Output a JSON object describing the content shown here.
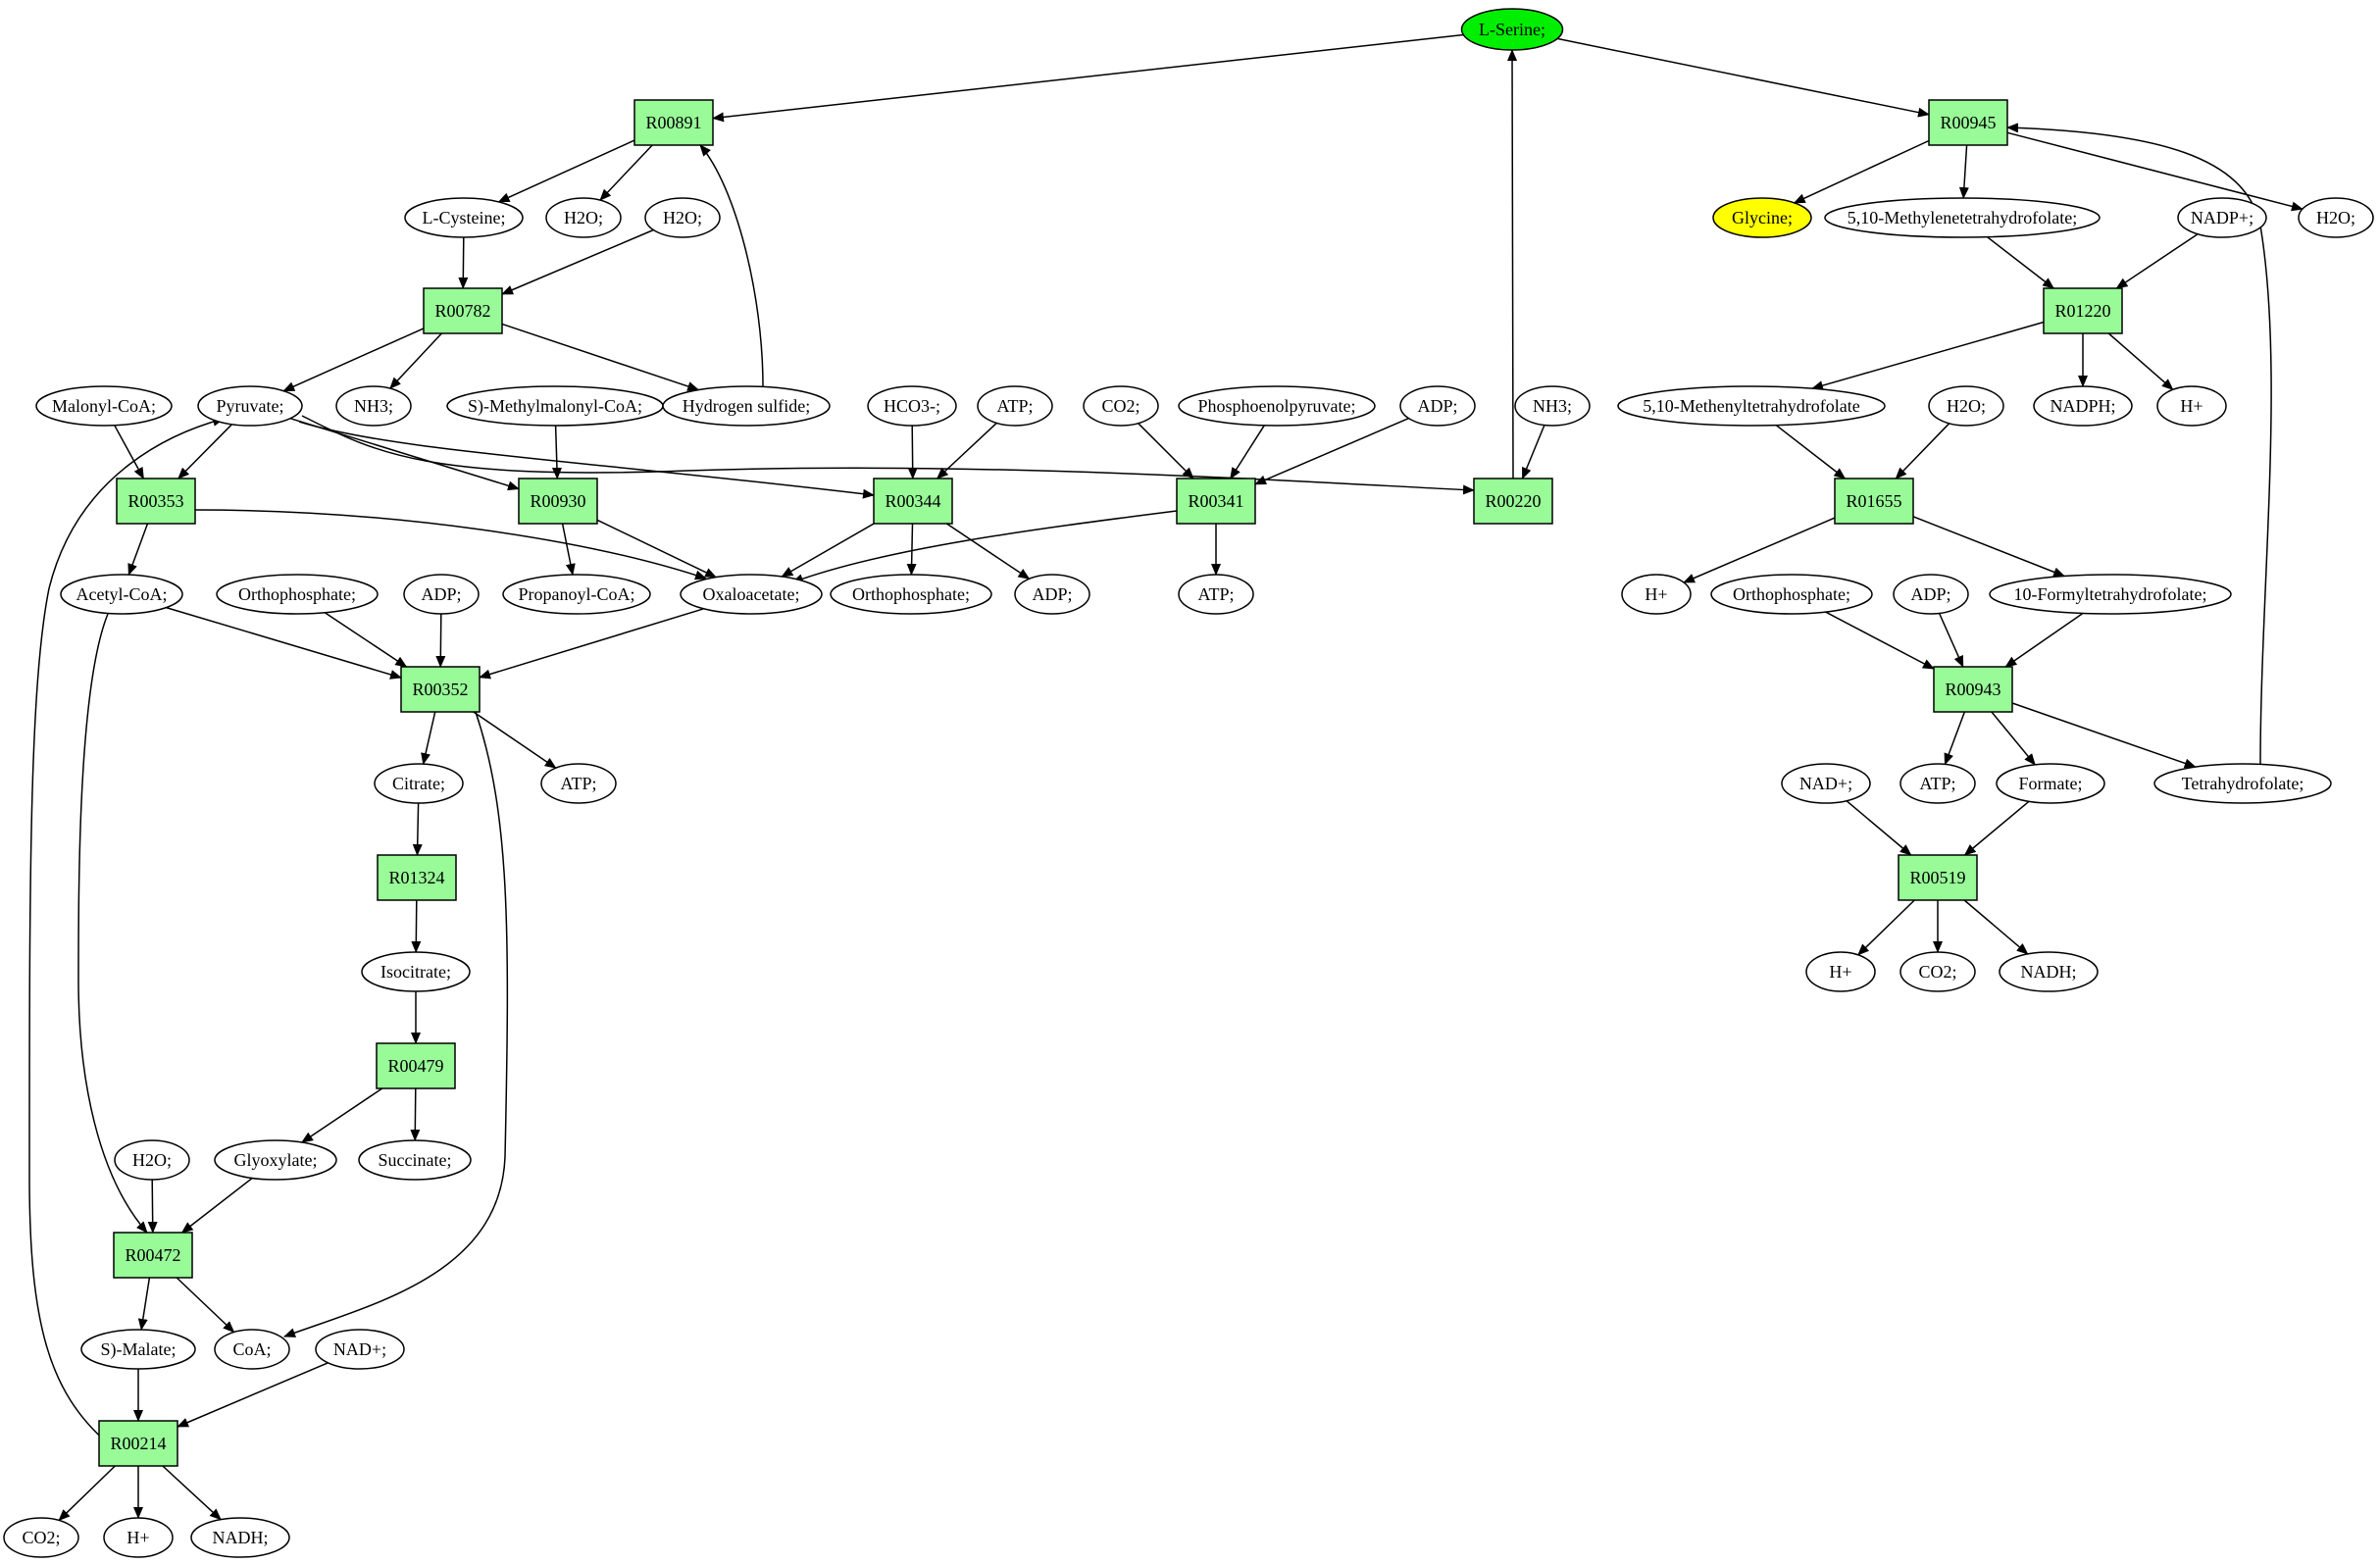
{
  "colors": {
    "reaction_fill": "#98fb98",
    "compound_fill": "#ffffff",
    "source_fill": "#00ee00",
    "target_fill": "#ffff00",
    "stroke": "#000000"
  },
  "nodes": [
    {
      "id": "l-serine",
      "label": "L-Serine;",
      "kind": "compound",
      "highlight": "source"
    },
    {
      "id": "r00891",
      "label": "R00891",
      "kind": "reaction"
    },
    {
      "id": "r00945",
      "label": "R00945",
      "kind": "reaction"
    },
    {
      "id": "l-cysteine",
      "label": "L-Cysteine;",
      "kind": "compound"
    },
    {
      "id": "h2o-a",
      "label": "H2O;",
      "kind": "compound"
    },
    {
      "id": "h2o-b",
      "label": "H2O;",
      "kind": "compound"
    },
    {
      "id": "glycine",
      "label": "Glycine;",
      "kind": "compound",
      "highlight": "target"
    },
    {
      "id": "methylene-thf",
      "label": "5,10-Methylenetetrahydrofolate;",
      "kind": "compound"
    },
    {
      "id": "nadp",
      "label": "NADP+;",
      "kind": "compound"
    },
    {
      "id": "h2o-c",
      "label": "H2O;",
      "kind": "compound"
    },
    {
      "id": "r00782",
      "label": "R00782",
      "kind": "reaction"
    },
    {
      "id": "r01220",
      "label": "R01220",
      "kind": "reaction"
    },
    {
      "id": "malonyl-coa",
      "label": "Malonyl-CoA;",
      "kind": "compound"
    },
    {
      "id": "pyruvate",
      "label": "Pyruvate;",
      "kind": "compound"
    },
    {
      "id": "nh3-a",
      "label": "NH3;",
      "kind": "compound"
    },
    {
      "id": "methylmalonyl-coa",
      "label": "S)-Methylmalonyl-CoA;",
      "kind": "compound"
    },
    {
      "id": "hydrogen-sulfide",
      "label": "Hydrogen sulfide;",
      "kind": "compound"
    },
    {
      "id": "hco3",
      "label": "HCO3-;",
      "kind": "compound"
    },
    {
      "id": "atp-a",
      "label": "ATP;",
      "kind": "compound"
    },
    {
      "id": "co2-a",
      "label": "CO2;",
      "kind": "compound"
    },
    {
      "id": "pep",
      "label": "Phosphoenolpyruvate;",
      "kind": "compound"
    },
    {
      "id": "adp-a",
      "label": "ADP;",
      "kind": "compound"
    },
    {
      "id": "nh3-b",
      "label": "NH3;",
      "kind": "compound"
    },
    {
      "id": "methenyl-thf",
      "label": "5,10-Methenyltetrahydrofolate",
      "kind": "compound"
    },
    {
      "id": "h2o-d",
      "label": "H2O;",
      "kind": "compound"
    },
    {
      "id": "nadph",
      "label": "NADPH;",
      "kind": "compound"
    },
    {
      "id": "h-a",
      "label": "H+",
      "kind": "compound"
    },
    {
      "id": "r00353",
      "label": "R00353",
      "kind": "reaction"
    },
    {
      "id": "r00930",
      "label": "R00930",
      "kind": "reaction"
    },
    {
      "id": "r00344",
      "label": "R00344",
      "kind": "reaction"
    },
    {
      "id": "r00341",
      "label": "R00341",
      "kind": "reaction"
    },
    {
      "id": "r00220",
      "label": "R00220",
      "kind": "reaction"
    },
    {
      "id": "r01655",
      "label": "R01655",
      "kind": "reaction"
    },
    {
      "id": "acetyl-coa",
      "label": "Acetyl-CoA;",
      "kind": "compound"
    },
    {
      "id": "orthophosphate-a",
      "label": "Orthophosphate;",
      "kind": "compound"
    },
    {
      "id": "adp-b",
      "label": "ADP;",
      "kind": "compound"
    },
    {
      "id": "propanoyl-coa",
      "label": "Propanoyl-CoA;",
      "kind": "compound"
    },
    {
      "id": "oxaloacetate",
      "label": "Oxaloacetate;",
      "kind": "compound"
    },
    {
      "id": "orthophosphate-b",
      "label": "Orthophosphate;",
      "kind": "compound"
    },
    {
      "id": "adp-c",
      "label": "ADP;",
      "kind": "compound"
    },
    {
      "id": "atp-b",
      "label": "ATP;",
      "kind": "compound"
    },
    {
      "id": "h-b",
      "label": "H+",
      "kind": "compound"
    },
    {
      "id": "orthophosphate-c",
      "label": "Orthophosphate;",
      "kind": "compound"
    },
    {
      "id": "adp-d",
      "label": "ADP;",
      "kind": "compound"
    },
    {
      "id": "formyl-thf",
      "label": "10-Formyltetrahydrofolate;",
      "kind": "compound"
    },
    {
      "id": "r00352",
      "label": "R00352",
      "kind": "reaction"
    },
    {
      "id": "r00943",
      "label": "R00943",
      "kind": "reaction"
    },
    {
      "id": "citrate",
      "label": "Citrate;",
      "kind": "compound"
    },
    {
      "id": "atp-c",
      "label": "ATP;",
      "kind": "compound"
    },
    {
      "id": "nad-a",
      "label": "NAD+;",
      "kind": "compound"
    },
    {
      "id": "atp-d",
      "label": "ATP;",
      "kind": "compound"
    },
    {
      "id": "formate",
      "label": "Formate;",
      "kind": "compound"
    },
    {
      "id": "thf",
      "label": "Tetrahydrofolate;",
      "kind": "compound"
    },
    {
      "id": "r01324",
      "label": "R01324",
      "kind": "reaction"
    },
    {
      "id": "r00519",
      "label": "R00519",
      "kind": "reaction"
    },
    {
      "id": "isocitrate",
      "label": "Isocitrate;",
      "kind": "compound"
    },
    {
      "id": "h-c",
      "label": "H+",
      "kind": "compound"
    },
    {
      "id": "co2-b",
      "label": "CO2;",
      "kind": "compound"
    },
    {
      "id": "nadh-a",
      "label": "NADH;",
      "kind": "compound"
    },
    {
      "id": "r00479",
      "label": "R00479",
      "kind": "reaction"
    },
    {
      "id": "h2o-e",
      "label": "H2O;",
      "kind": "compound"
    },
    {
      "id": "glyoxylate",
      "label": "Glyoxylate;",
      "kind": "compound"
    },
    {
      "id": "succinate",
      "label": "Succinate;",
      "kind": "compound"
    },
    {
      "id": "r00472",
      "label": "R00472",
      "kind": "reaction"
    },
    {
      "id": "malate",
      "label": "S)-Malate;",
      "kind": "compound"
    },
    {
      "id": "coa",
      "label": "CoA;",
      "kind": "compound"
    },
    {
      "id": "nad-b",
      "label": "NAD+;",
      "kind": "compound"
    },
    {
      "id": "r00214",
      "label": "R00214",
      "kind": "reaction"
    },
    {
      "id": "co2-c",
      "label": "CO2;",
      "kind": "compound"
    },
    {
      "id": "h-d",
      "label": "H+",
      "kind": "compound"
    },
    {
      "id": "nadh-b",
      "label": "NADH;",
      "kind": "compound"
    }
  ],
  "edges": [
    {
      "from": "l-serine",
      "to": "r00891"
    },
    {
      "from": "l-serine",
      "to": "r00945"
    },
    {
      "from": "r00891",
      "to": "l-cysteine"
    },
    {
      "from": "r00891",
      "to": "h2o-a"
    },
    {
      "from": "l-cysteine",
      "to": "r00782"
    },
    {
      "from": "h2o-b",
      "to": "r00782"
    },
    {
      "from": "r00782",
      "to": "pyruvate"
    },
    {
      "from": "r00782",
      "to": "nh3-a"
    },
    {
      "from": "r00782",
      "to": "hydrogen-sulfide"
    },
    {
      "from": "hydrogen-sulfide",
      "to": "r00891"
    },
    {
      "from": "r00945",
      "to": "glycine"
    },
    {
      "from": "r00945",
      "to": "methylene-thf"
    },
    {
      "from": "r00945",
      "to": "h2o-c"
    },
    {
      "from": "methylene-thf",
      "to": "r01220"
    },
    {
      "from": "nadp",
      "to": "r01220"
    },
    {
      "from": "r01220",
      "to": "methenyl-thf"
    },
    {
      "from": "r01220",
      "to": "nadph"
    },
    {
      "from": "r01220",
      "to": "h-a"
    },
    {
      "from": "methenyl-thf",
      "to": "r01655"
    },
    {
      "from": "h2o-d",
      "to": "r01655"
    },
    {
      "from": "r01655",
      "to": "h-b"
    },
    {
      "from": "r01655",
      "to": "formyl-thf"
    },
    {
      "from": "orthophosphate-c",
      "to": "r00943"
    },
    {
      "from": "adp-d",
      "to": "r00943"
    },
    {
      "from": "formyl-thf",
      "to": "r00943"
    },
    {
      "from": "r00943",
      "to": "atp-d"
    },
    {
      "from": "r00943",
      "to": "formate"
    },
    {
      "from": "r00943",
      "to": "thf"
    },
    {
      "from": "thf",
      "to": "r00945"
    },
    {
      "from": "nad-a",
      "to": "r00519"
    },
    {
      "from": "formate",
      "to": "r00519"
    },
    {
      "from": "r00519",
      "to": "h-c"
    },
    {
      "from": "r00519",
      "to": "co2-b"
    },
    {
      "from": "r00519",
      "to": "nadh-a"
    },
    {
      "from": "malonyl-coa",
      "to": "r00353"
    },
    {
      "from": "pyruvate",
      "to": "r00353"
    },
    {
      "from": "pyruvate",
      "to": "r00930"
    },
    {
      "from": "pyruvate",
      "to": "r00344"
    },
    {
      "from": "pyruvate",
      "to": "r00220"
    },
    {
      "from": "methylmalonyl-coa",
      "to": "r00930"
    },
    {
      "from": "hco3",
      "to": "r00344"
    },
    {
      "from": "atp-a",
      "to": "r00344"
    },
    {
      "from": "co2-a",
      "to": "r00341"
    },
    {
      "from": "pep",
      "to": "r00341"
    },
    {
      "from": "adp-a",
      "to": "r00341"
    },
    {
      "from": "nh3-b",
      "to": "r00220"
    },
    {
      "from": "r00220",
      "to": "l-serine"
    },
    {
      "from": "r00353",
      "to": "acetyl-coa"
    },
    {
      "from": "r00353",
      "to": "oxaloacetate"
    },
    {
      "from": "r00930",
      "to": "propanoyl-coa"
    },
    {
      "from": "r00930",
      "to": "oxaloacetate"
    },
    {
      "from": "r00344",
      "to": "oxaloacetate"
    },
    {
      "from": "r00344",
      "to": "orthophosphate-b"
    },
    {
      "from": "r00344",
      "to": "adp-c"
    },
    {
      "from": "r00341",
      "to": "oxaloacetate"
    },
    {
      "from": "r00341",
      "to": "atp-b"
    },
    {
      "from": "acetyl-coa",
      "to": "r00352"
    },
    {
      "from": "orthophosphate-a",
      "to": "r00352"
    },
    {
      "from": "adp-b",
      "to": "r00352"
    },
    {
      "from": "oxaloacetate",
      "to": "r00352"
    },
    {
      "from": "r00352",
      "to": "citrate"
    },
    {
      "from": "r00352",
      "to": "atp-c"
    },
    {
      "from": "r00352",
      "to": "coa"
    },
    {
      "from": "citrate",
      "to": "r01324"
    },
    {
      "from": "r01324",
      "to": "isocitrate"
    },
    {
      "from": "isocitrate",
      "to": "r00479"
    },
    {
      "from": "r00479",
      "to": "glyoxylate"
    },
    {
      "from": "r00479",
      "to": "succinate"
    },
    {
      "from": "h2o-e",
      "to": "r00472"
    },
    {
      "from": "glyoxylate",
      "to": "r00472"
    },
    {
      "from": "acetyl-coa",
      "to": "r00472"
    },
    {
      "from": "r00472",
      "to": "malate"
    },
    {
      "from": "r00472",
      "to": "coa"
    },
    {
      "from": "malate",
      "to": "r00214"
    },
    {
      "from": "nad-b",
      "to": "r00214"
    },
    {
      "from": "r00214",
      "to": "pyruvate"
    },
    {
      "from": "r00214",
      "to": "co2-c"
    },
    {
      "from": "r00214",
      "to": "h-d"
    },
    {
      "from": "r00214",
      "to": "nadh-b"
    }
  ]
}
